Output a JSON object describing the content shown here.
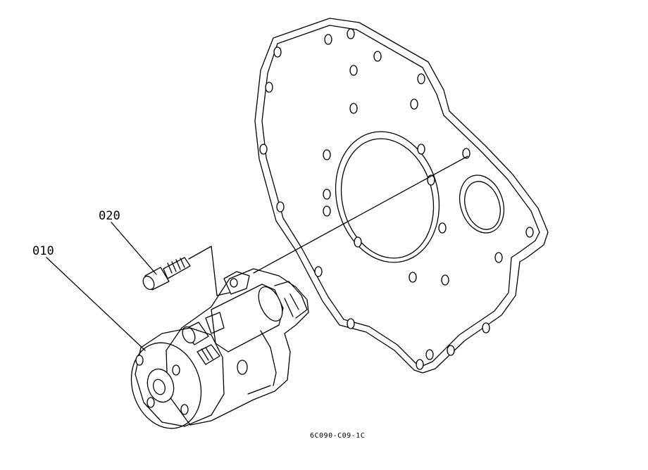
{
  "diagram": {
    "callouts": [
      {
        "id": "starter",
        "label": "010"
      },
      {
        "id": "bolt",
        "label": "020"
      }
    ],
    "drawing_code": "6C090-C09-1C"
  }
}
